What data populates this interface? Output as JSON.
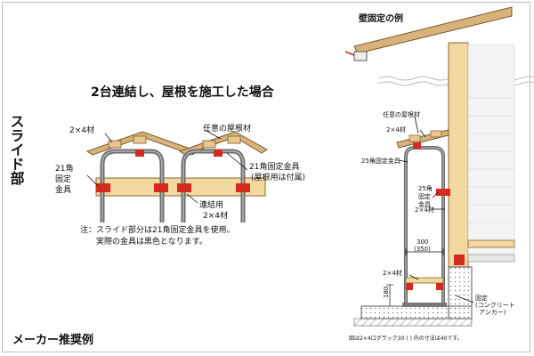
{
  "left": {
    "vertical_heading": "スライド部",
    "title": "2台連結し、屋根を施工した場合",
    "label_2x4_top": "2×4材",
    "label_roof": "任意の屋根材",
    "label_21_left_1": "21角",
    "label_21_left_2": "固定",
    "label_21_left_3": "金具",
    "label_21_right_1": "21角固定金具",
    "label_21_right_2": "(屋根用は付属)",
    "label_join_1": "連結用",
    "label_join_2": "2×4材",
    "note_1": "注：スライド部分は21角固定金具を使用。",
    "note_2": "実際の金具は黒色となります。"
  },
  "right": {
    "title": "壁固定の例",
    "label_roof": "任意の屋根材",
    "label_2x4_top": "2×4材",
    "label_25_fitting": "25角固定金具",
    "label_25_1": "25角",
    "label_25_2": "固定",
    "label_25_3": "金具",
    "label_2x4_mid": "2×4材",
    "dim_1": "300",
    "dim_2": "(350)",
    "label_2x4_bottom": "2×4材",
    "dim_180": "180",
    "label_fix_1": "固定",
    "label_fix_2": "(コンクリート",
    "label_fix_3": "アンカー)",
    "footnote": "図は2×4ログラック30 ( ) 内の寸法は40です。"
  },
  "footer": {
    "recommend": "メーカー推奨例"
  },
  "colors": {
    "pipe": "#6b6b6b",
    "wood": "#f2d9a0",
    "roof": "#d8b27a",
    "bracket": "#d42b1e",
    "leader": "#111111"
  }
}
